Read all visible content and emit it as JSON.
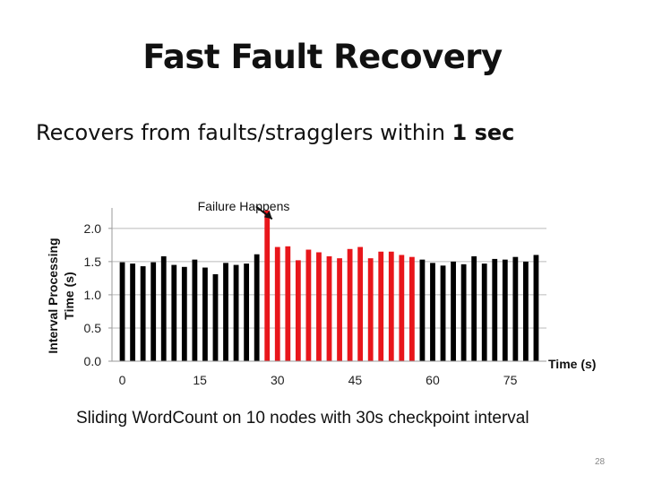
{
  "slide": {
    "title": "Fast Fault Recovery",
    "subtitle_prefix": "Recovers from faults/stragglers within ",
    "subtitle_bold": "1 sec",
    "caption": "Sliding WordCount on 10 nodes with 30s checkpoint interval",
    "page_number": "28"
  },
  "chart_data": {
    "type": "bar",
    "ylabel_line1": "Interval Processing",
    "ylabel_line2": "Time (s)",
    "xlabel": "Time (s)",
    "ylim": [
      0,
      2.2
    ],
    "xlim": [
      -2,
      82
    ],
    "yticks": [
      0.0,
      0.5,
      1.0,
      1.5,
      2.0
    ],
    "ytick_labels": [
      "0.0",
      "0.5",
      "1.0",
      "1.5",
      "2.0"
    ],
    "xticks": [
      0,
      15,
      30,
      45,
      60,
      75
    ],
    "xtick_labels": [
      "0",
      "15",
      "30",
      "45",
      "60",
      "75"
    ],
    "grid": true,
    "annotation": {
      "text": "Failure Happens",
      "x": 30,
      "y": 2.25
    },
    "colors": {
      "normal": "#000000",
      "failure": "#e8161b",
      "grid": "#bbbbbb",
      "axis": "#9a9a9a"
    },
    "x": [
      0,
      2,
      4,
      6,
      8,
      10,
      12,
      14,
      16,
      18,
      20,
      22,
      24,
      26,
      28,
      30,
      32,
      34,
      36,
      38,
      40,
      42,
      44,
      46,
      48,
      50,
      52,
      54,
      56,
      58,
      60,
      62,
      64,
      66,
      68,
      70,
      72,
      74,
      76,
      78,
      80
    ],
    "values": [
      1.49,
      1.47,
      1.43,
      1.49,
      1.58,
      1.45,
      1.42,
      1.53,
      1.41,
      1.31,
      1.48,
      1.45,
      1.47,
      1.61,
      2.27,
      1.72,
      1.73,
      1.52,
      1.68,
      1.64,
      1.58,
      1.55,
      1.69,
      1.72,
      1.55,
      1.65,
      1.65,
      1.6,
      1.57,
      1.53,
      1.48,
      1.44,
      1.5,
      1.46,
      1.58,
      1.47,
      1.54,
      1.53,
      1.57,
      1.5,
      1.6
    ],
    "failure_flags": [
      0,
      0,
      0,
      0,
      0,
      0,
      0,
      0,
      0,
      0,
      0,
      0,
      0,
      0,
      1,
      1,
      1,
      1,
      1,
      1,
      1,
      1,
      1,
      1,
      1,
      1,
      1,
      1,
      1,
      0,
      0,
      0,
      0,
      0,
      0,
      0,
      0,
      0,
      0,
      0,
      0
    ]
  }
}
